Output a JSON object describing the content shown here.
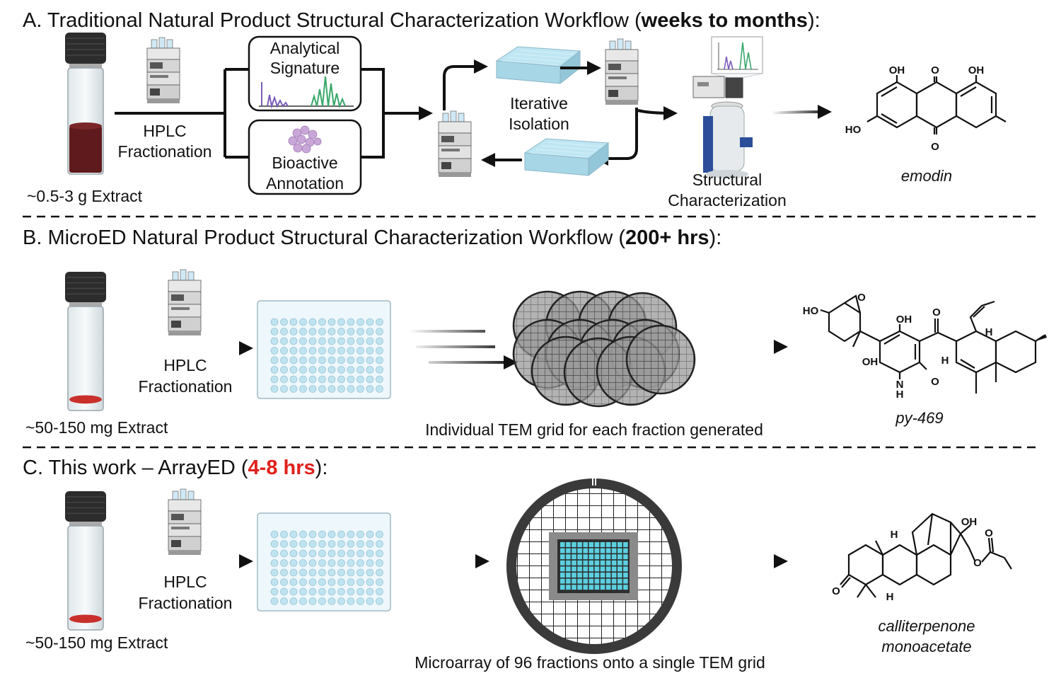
{
  "sections": {
    "a": {
      "title_prefix": "A. Traditional Natural Product Structural Characterization Workflow (",
      "title_emphasis": "weeks to months",
      "title_suffix": "):",
      "extract": "~0.5-3 g Extract",
      "hplc_line1": "HPLC",
      "hplc_line2": "Fractionation",
      "analytical_line1": "Analytical",
      "analytical_line2": "Signature",
      "bioactive_line1": "Bioactive",
      "bioactive_line2": "Annotation",
      "iterative_line1": "Iterative",
      "iterative_line2": "Isolation",
      "structural_line1": "Structural",
      "structural_line2": "Characterization",
      "compound": "emodin",
      "atoms": {
        "oh1": "OH",
        "o1": "O",
        "oh2": "OH",
        "ho": "HO",
        "o2": "O"
      }
    },
    "b": {
      "title_prefix": "B. MicroED Natural Product Structural Characterization Workflow (",
      "title_emphasis": "200+ hrs",
      "title_suffix": "):",
      "extract": "~50-150 mg Extract",
      "hplc_line1": "HPLC",
      "hplc_line2": "Fractionation",
      "grid_caption": "Individual TEM grid for each fraction generated",
      "compound": "py-469",
      "atoms": {
        "ho": "HO",
        "o_epox": "O",
        "oh_top": "OH",
        "o_ket": "O",
        "h_top": "H",
        "oh_bot": "OH",
        "h_mid": "H",
        "n": "N",
        "h_n": "H",
        "o_amide": "O"
      }
    },
    "c": {
      "title_prefix": "C. This work – ArrayED (",
      "title_emphasis": "4-8 hrs",
      "title_suffix": "):",
      "extract": "~50-150 mg Extract",
      "hplc_line1": "HPLC",
      "hplc_line2": "Fractionation",
      "grid_caption": "Microarray of 96 fractions onto a single TEM grid",
      "compound_line1": "calliterpenone",
      "compound_line2": "monoacetate",
      "atoms": {
        "oh": "OH",
        "h1": "H",
        "o_ester": "O",
        "o_carbonyl": "O",
        "o_ketone": "O",
        "h2": "H"
      }
    }
  },
  "colors": {
    "extract_a": "#5e1a1c",
    "extract_bc": "#c9302c",
    "well": "#bfe3f0",
    "array_spot": "#5bd0e0",
    "emphasis_red": "#e0201b"
  },
  "icons": [
    "vial-icon",
    "hplc-instrument-icon",
    "plate-icon",
    "tem-grid-icon",
    "nmr-magnet-icon",
    "arrow-icon"
  ]
}
